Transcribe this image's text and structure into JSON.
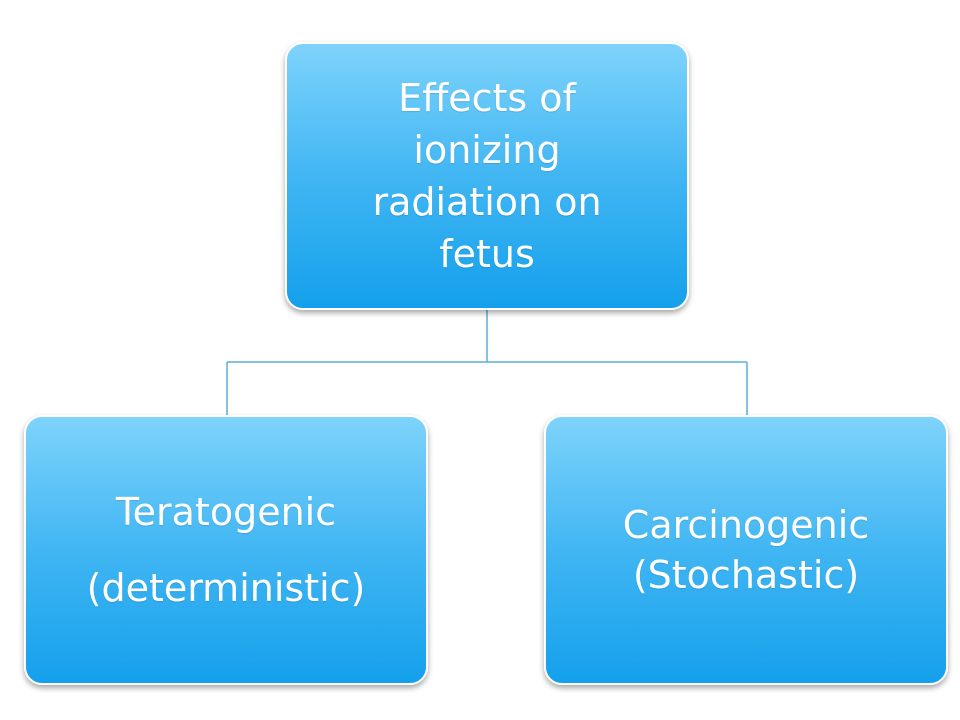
{
  "root": {
    "label": "Effects of ionizing radiation on fetus"
  },
  "children": [
    {
      "line1": "Teratogenic",
      "line2": "(deterministic)"
    },
    {
      "line1": "Carcinogenic",
      "line2": "(Stochastic)"
    }
  ],
  "colors": {
    "box_top": "#7ed3fb",
    "box_bottom": "#14a0ec",
    "connector": "#5aaed6",
    "text": "#ffffff"
  }
}
